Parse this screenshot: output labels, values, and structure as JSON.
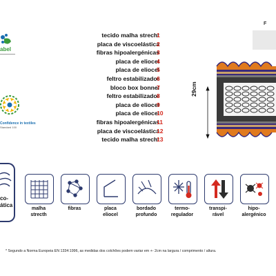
{
  "header": {
    "top_right_label": "F"
  },
  "logos": {
    "ecolabel": {
      "text": "abel"
    },
    "oeko_tex": {
      "line1": "Confidence in textiles",
      "line2": "Standard 100"
    }
  },
  "layers": [
    {
      "name": "tecido malha strecht",
      "number": "1"
    },
    {
      "name": "placa de viscoelástica",
      "number": "2"
    },
    {
      "name": "fibras hipoalergénicas",
      "number": "3"
    },
    {
      "name": "placa de eliocel",
      "number": "4"
    },
    {
      "name": "placa de eliocel",
      "number": "5"
    },
    {
      "name": "feltro estabilizador",
      "number": "6"
    },
    {
      "name": "bloco box bonnel",
      "number": "7"
    },
    {
      "name": "feltro estabilizador",
      "number": "8"
    },
    {
      "name": "placa de eliocel",
      "number": "9"
    },
    {
      "name": "placa de eliocel",
      "number": "10"
    },
    {
      "name": "fibras hipoalergénicas",
      "number": "11"
    },
    {
      "name": "placa de viscoelástica",
      "number": "12"
    },
    {
      "name": "tecido malha strecht",
      "number": "13"
    }
  ],
  "diagram": {
    "height_label": "29cm"
  },
  "big_feature": {
    "line1": "co-",
    "line2": "ática"
  },
  "features": [
    {
      "icon": "stretch-mesh-icon",
      "line1": "malha",
      "line2": "strecth"
    },
    {
      "icon": "fibers-icon",
      "line1": "fibras",
      "line2": ""
    },
    {
      "icon": "eliocel-plate-icon",
      "line1": "placa",
      "line2": "eliocel"
    },
    {
      "icon": "deep-embroidery-icon",
      "line1": "bordado",
      "line2": "profundo"
    },
    {
      "icon": "thermometer-snowflake-icon",
      "line1": "termo-",
      "line2": "regulador"
    },
    {
      "icon": "breathable-arrows-icon",
      "line1": "transpi-",
      "line2": "rável"
    },
    {
      "icon": "anti-allergen-icon",
      "line1": "hipo-",
      "line2": "alergénico"
    }
  ],
  "footnote": "* Segundo a Norma Europeia EN 1334:1996, as medidas dos colchões podem variar em +- 2cm na largura / comprimento / altura.",
  "colors": {
    "accent_red": "#d42a1f",
    "icon_navy": "#2d3a6e",
    "eco_green": "#3a9a3a",
    "eco_blue": "#1a6fb0"
  }
}
